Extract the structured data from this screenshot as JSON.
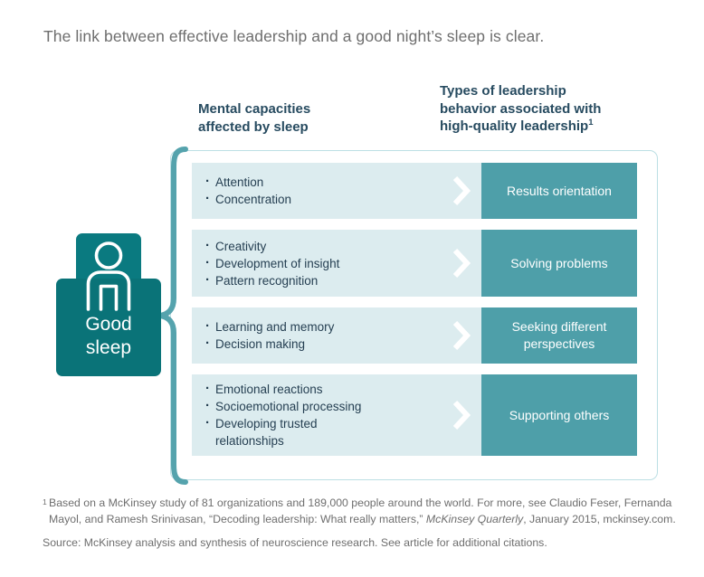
{
  "title": "The link between effective leadership and a good night’s sleep is clear.",
  "columns": {
    "left_header_line1": "Mental capacities",
    "left_header_line2": "affected by sleep",
    "right_header_line1": "Types of leadership",
    "right_header_line2": "behavior associated with",
    "right_header_line3": "high-quality leadership",
    "right_header_footnote_marker": "1"
  },
  "badge": {
    "label_line1": "Good",
    "label_line2": "sleep",
    "icon": "person-in-bed-icon"
  },
  "rows": [
    {
      "capacities": [
        "Attention",
        "Concentration"
      ],
      "behavior": "Results orientation",
      "arrow": "chevron-right-icon"
    },
    {
      "capacities": [
        "Creativity",
        "Development of insight",
        "Pattern recognition"
      ],
      "behavior": "Solving problems",
      "arrow": "chevron-right-icon"
    },
    {
      "capacities": [
        "Learning and memory",
        "Decision making"
      ],
      "behavior_line1": "Seeking different",
      "behavior_line2": "perspectives",
      "behavior": "Seeking different perspectives",
      "arrow": "chevron-right-icon"
    },
    {
      "capacities": [
        "Emotional reactions",
        "Socioemotional processing",
        "Developing trusted"
      ],
      "capacity_continuation": "relationships",
      "behavior": "Supporting others",
      "arrow": "chevron-right-icon"
    }
  ],
  "footnotes": {
    "marker": "1",
    "note_line1": "Based on a McKinsey study of 81 organizations and 189,000 people around the world. For more, see",
    "note_line2": "Claudio Feser, Fernanda Mayol, and Ramesh Srinivasan, “Decoding leadership: What really matters,”",
    "note_italic": "McKinsey Quarterly",
    "note_line3_rest": ", January 2015, mckinsey.com.",
    "source": "Source: McKinsey analysis and synthesis of neuroscience research. See article for additional citations."
  },
  "colors": {
    "light_panel": "#dcecef",
    "dark_panel": "#4e9fa9",
    "badge_dark": "#0a7378",
    "badge_light": "#0a7a80",
    "card_border": "#bcdfe4",
    "brace": "#4e9fa9",
    "heading_text": "#274b60",
    "body_text": "#6e6e6e"
  }
}
